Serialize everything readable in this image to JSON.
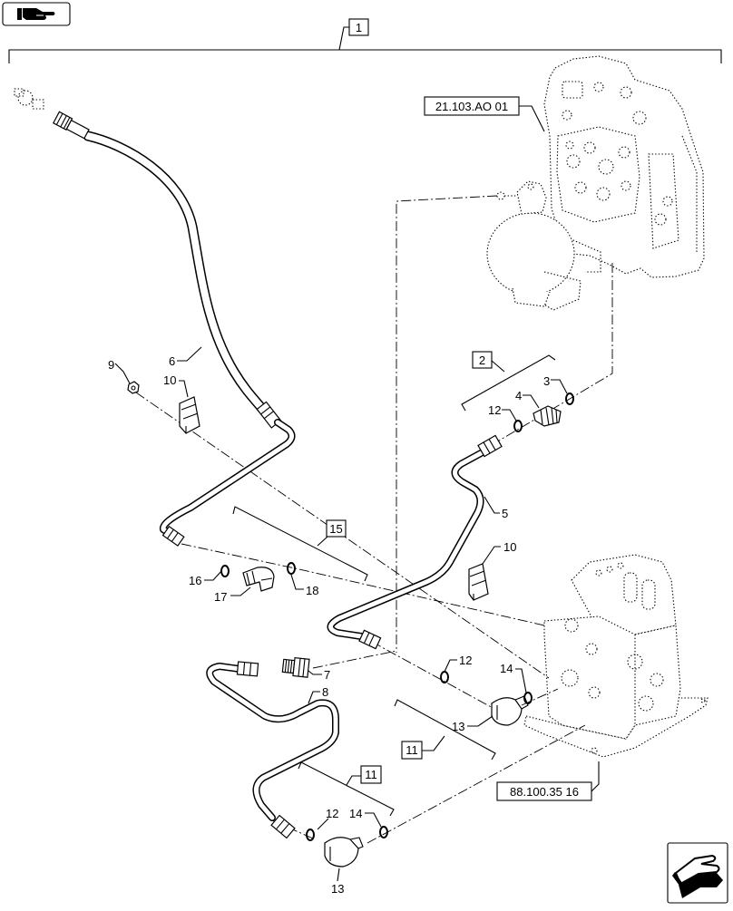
{
  "header": {
    "nav_icon": "hand-pointing-icon"
  },
  "footer": {
    "nav_icon": "hand-arrow-icon"
  },
  "diagram": {
    "assembly_label": "1",
    "upper_valve_ref": "21.103.AO 01",
    "lower_valve_ref": "88.100.35 16",
    "group_labels": {
      "box_2": "2",
      "box_15": "15",
      "box_11_mid": "11",
      "box_11_bottom": "11"
    },
    "callouts": {
      "c_3": "3",
      "c_4": "4",
      "c_12_top": "12",
      "c_5": "5",
      "c_6": "6",
      "c_9": "9",
      "c_10_left": "10",
      "c_10_right": "10",
      "c_16": "16",
      "c_17": "17",
      "c_18": "18",
      "c_12_mid": "12",
      "c_14_mid": "14",
      "c_13_mid": "13",
      "c_7": "7",
      "c_8": "8",
      "c_12_bottom": "12",
      "c_14_bottom": "14",
      "c_13_bottom": "13"
    }
  }
}
